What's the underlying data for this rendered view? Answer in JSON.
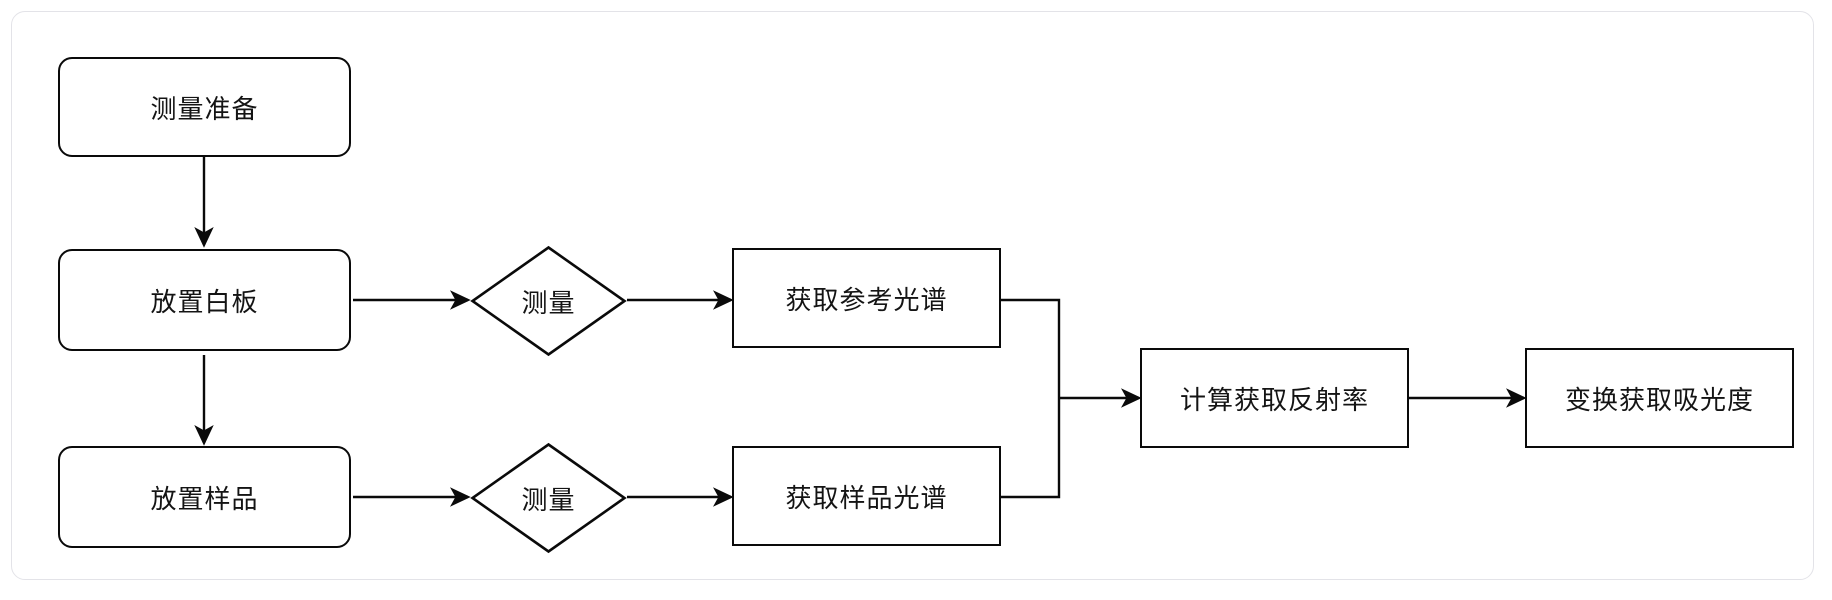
{
  "diagram": {
    "type": "flowchart",
    "title_visible": false,
    "background_color": "#ffffff",
    "panel_border_color": "#e3e3e8",
    "stroke_color": "#0a0a0a",
    "text_color": "#141414",
    "nodes": [
      {
        "id": "prepare",
        "label": "测量准备",
        "shape": "rounded-rect"
      },
      {
        "id": "place-white",
        "label": "放置白板",
        "shape": "rounded-rect"
      },
      {
        "id": "place-sample",
        "label": "放置样品",
        "shape": "rounded-rect"
      },
      {
        "id": "measure-white",
        "label": "测量",
        "shape": "diamond"
      },
      {
        "id": "measure-sample",
        "label": "测量",
        "shape": "diamond"
      },
      {
        "id": "ref-spectrum",
        "label": "获取参考光谱",
        "shape": "rect"
      },
      {
        "id": "sample-spectrum",
        "label": "获取样品光谱",
        "shape": "rect"
      },
      {
        "id": "reflectance",
        "label": "计算获取反射率",
        "shape": "rect"
      },
      {
        "id": "absorbance",
        "label": "变换获取吸光度",
        "shape": "rect"
      }
    ],
    "edges": [
      {
        "from": "prepare",
        "to": "place-white",
        "label": ""
      },
      {
        "from": "place-white",
        "to": "place-sample",
        "label": ""
      },
      {
        "from": "place-white",
        "to": "measure-white",
        "label": ""
      },
      {
        "from": "measure-white",
        "to": "ref-spectrum",
        "label": ""
      },
      {
        "from": "place-sample",
        "to": "measure-sample",
        "label": ""
      },
      {
        "from": "measure-sample",
        "to": "sample-spectrum",
        "label": ""
      },
      {
        "from": "ref-spectrum",
        "to": "reflectance",
        "label": ""
      },
      {
        "from": "sample-spectrum",
        "to": "reflectance",
        "label": ""
      },
      {
        "from": "reflectance",
        "to": "absorbance",
        "label": ""
      }
    ]
  }
}
